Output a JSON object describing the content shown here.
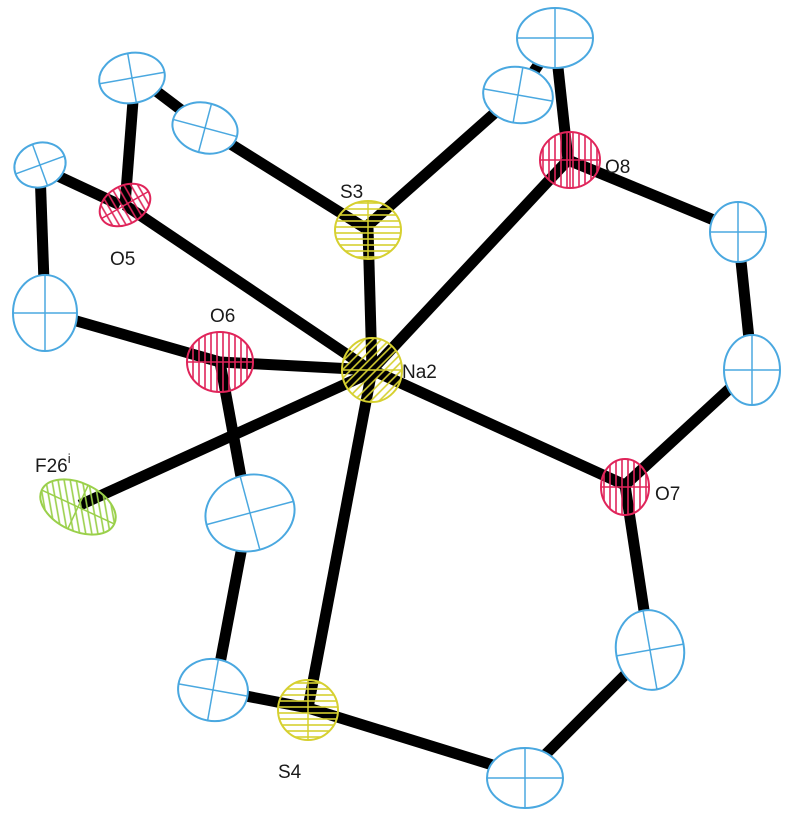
{
  "colors": {
    "background": "#ffffff",
    "bond": "#000000",
    "carbon_stroke": "#4aa8e0",
    "oxygen_stroke": "#e0245a",
    "sulfur_stroke": "#d6d030",
    "sodium_stroke": "#d6d030",
    "fluorine_stroke": "#9ad04a"
  },
  "labels": {
    "S3": "S3",
    "O8": "O8",
    "O5": "O5",
    "O6": "O6",
    "Na2": "Na2",
    "F26": "F26",
    "F26_sup": "i",
    "O7": "O7",
    "S4": "S4"
  },
  "atoms": [
    {
      "id": "C1",
      "element": "C",
      "name": "carbon-atom"
    },
    {
      "id": "C2",
      "element": "C",
      "name": "carbon-atom"
    },
    {
      "id": "C3",
      "element": "C",
      "name": "carbon-atom"
    },
    {
      "id": "C4",
      "element": "C",
      "name": "carbon-atom"
    },
    {
      "id": "C5",
      "element": "C",
      "name": "carbon-atom"
    },
    {
      "id": "C6",
      "element": "C",
      "name": "carbon-atom"
    },
    {
      "id": "C7",
      "element": "C",
      "name": "carbon-atom"
    },
    {
      "id": "C8",
      "element": "C",
      "name": "carbon-atom"
    },
    {
      "id": "C9",
      "element": "C",
      "name": "carbon-atom"
    },
    {
      "id": "C10",
      "element": "C",
      "name": "carbon-atom"
    },
    {
      "id": "C11",
      "element": "C",
      "name": "carbon-atom"
    },
    {
      "id": "C12",
      "element": "C",
      "name": "carbon-atom"
    },
    {
      "id": "O5",
      "element": "O",
      "name": "oxygen-atom-o5"
    },
    {
      "id": "O6",
      "element": "O",
      "name": "oxygen-atom-o6"
    },
    {
      "id": "O7",
      "element": "O",
      "name": "oxygen-atom-o7"
    },
    {
      "id": "O8",
      "element": "O",
      "name": "oxygen-atom-o8"
    },
    {
      "id": "S3",
      "element": "S",
      "name": "sulfur-atom-s3"
    },
    {
      "id": "S4",
      "element": "S",
      "name": "sulfur-atom-s4"
    },
    {
      "id": "Na2",
      "element": "Na",
      "name": "sodium-atom-na2"
    },
    {
      "id": "F26",
      "element": "F",
      "name": "fluorine-atom-f26"
    }
  ],
  "bonds": [
    [
      "C1",
      "O5"
    ],
    [
      "C1",
      "C12"
    ],
    [
      "C2",
      "O5"
    ],
    [
      "C2",
      "C3"
    ],
    [
      "C3",
      "S3"
    ],
    [
      "C4",
      "S3"
    ],
    [
      "C4",
      "C5"
    ],
    [
      "C5",
      "O8"
    ],
    [
      "O8",
      "C6"
    ],
    [
      "C6",
      "C7"
    ],
    [
      "C7",
      "O7"
    ],
    [
      "O7",
      "C8"
    ],
    [
      "C8",
      "C9"
    ],
    [
      "C9",
      "S4"
    ],
    [
      "S4",
      "C10"
    ],
    [
      "C10",
      "C11"
    ],
    [
      "C11",
      "O6"
    ],
    [
      "O6",
      "C12"
    ],
    [
      "O5",
      "Na2"
    ],
    [
      "S3",
      "Na2"
    ],
    [
      "O8",
      "Na2"
    ],
    [
      "O6",
      "Na2"
    ],
    [
      "O7",
      "Na2"
    ],
    [
      "S4",
      "Na2"
    ],
    [
      "F26",
      "Na2"
    ]
  ]
}
